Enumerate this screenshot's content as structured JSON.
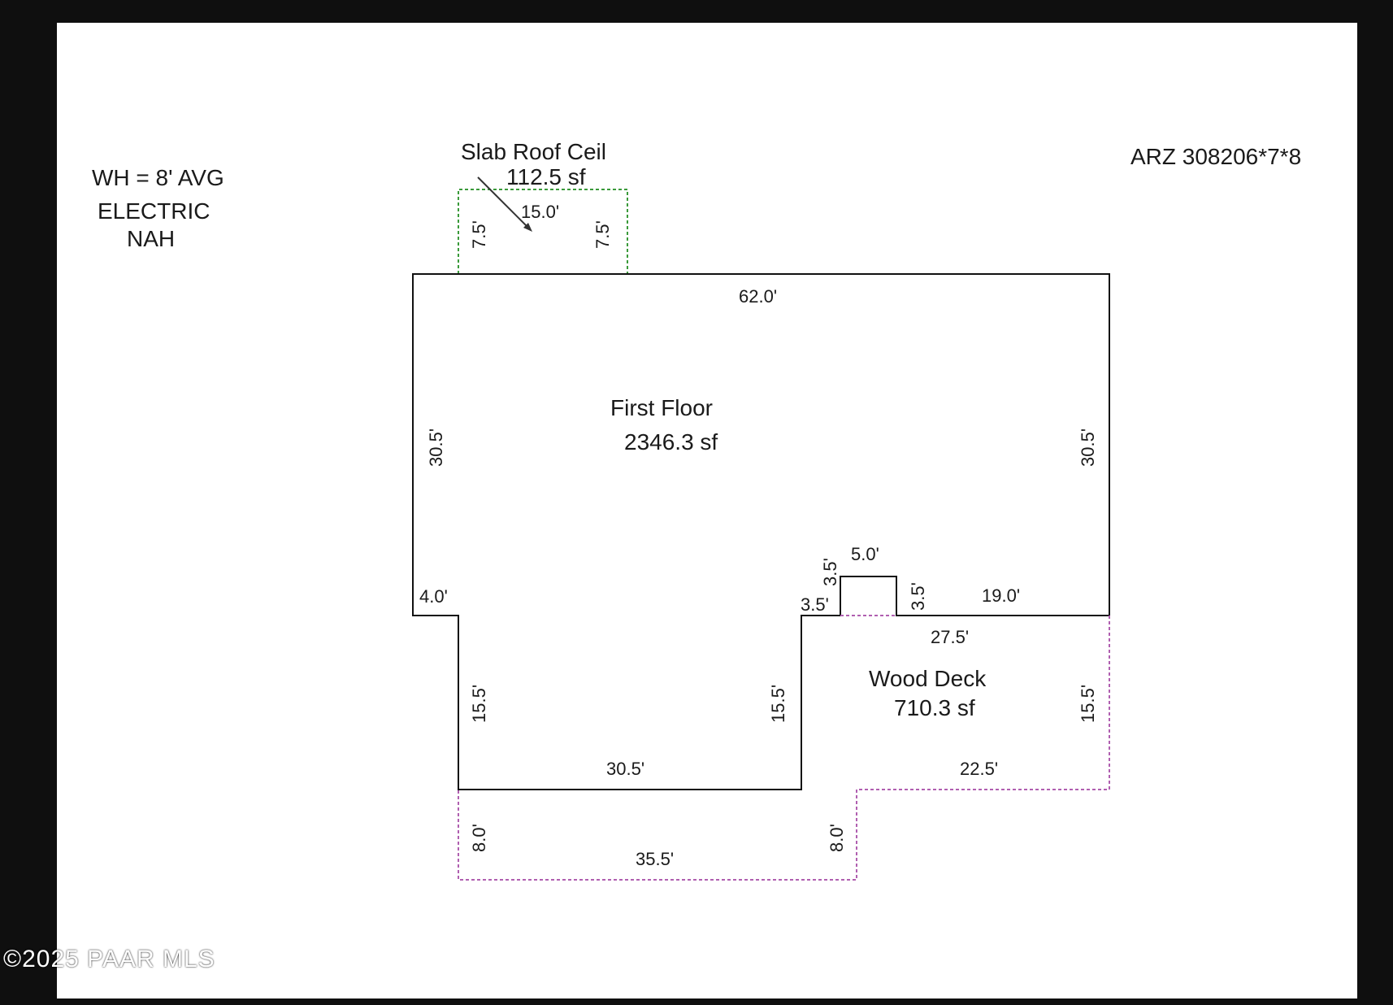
{
  "notes": {
    "wh": "WH = 8' AVG",
    "electric": "ELECTRIC",
    "nah": "NAH",
    "parcel": "ARZ 308206*7*8"
  },
  "areas": {
    "roof": {
      "name": "Slab Roof Ceil",
      "area": "112.5 sf"
    },
    "first_floor": {
      "name": "First Floor",
      "area": "2346.3 sf"
    },
    "deck": {
      "name": "Wood Deck",
      "area": "710.3 sf"
    }
  },
  "dims": {
    "roof_width": "15.0'",
    "roof_left": "7.5'",
    "roof_right": "7.5'",
    "top": "62.0'",
    "left_upper": "30.5'",
    "right_upper": "30.5'",
    "left_step": "4.0'",
    "bump_left": "3.5'",
    "bump_top": "5.0'",
    "bump_right": "3.5'",
    "step_3_5": "3.5'",
    "right_19": "19.0'",
    "deck_top": "27.5'",
    "left_lower": "15.5'",
    "inner_lower": "15.5'",
    "deck_right": "15.5'",
    "bottom_floor": "30.5'",
    "deck_22_5": "22.5'",
    "deck_left_8": "8.0'",
    "deck_inner_8": "8.0'",
    "deck_bottom": "35.5'"
  },
  "colors": {
    "wall": "#111111",
    "deck_line": "#b05fb0",
    "roof_line": "#3a9a3a"
  },
  "watermark": "©2025 PAAR MLS"
}
